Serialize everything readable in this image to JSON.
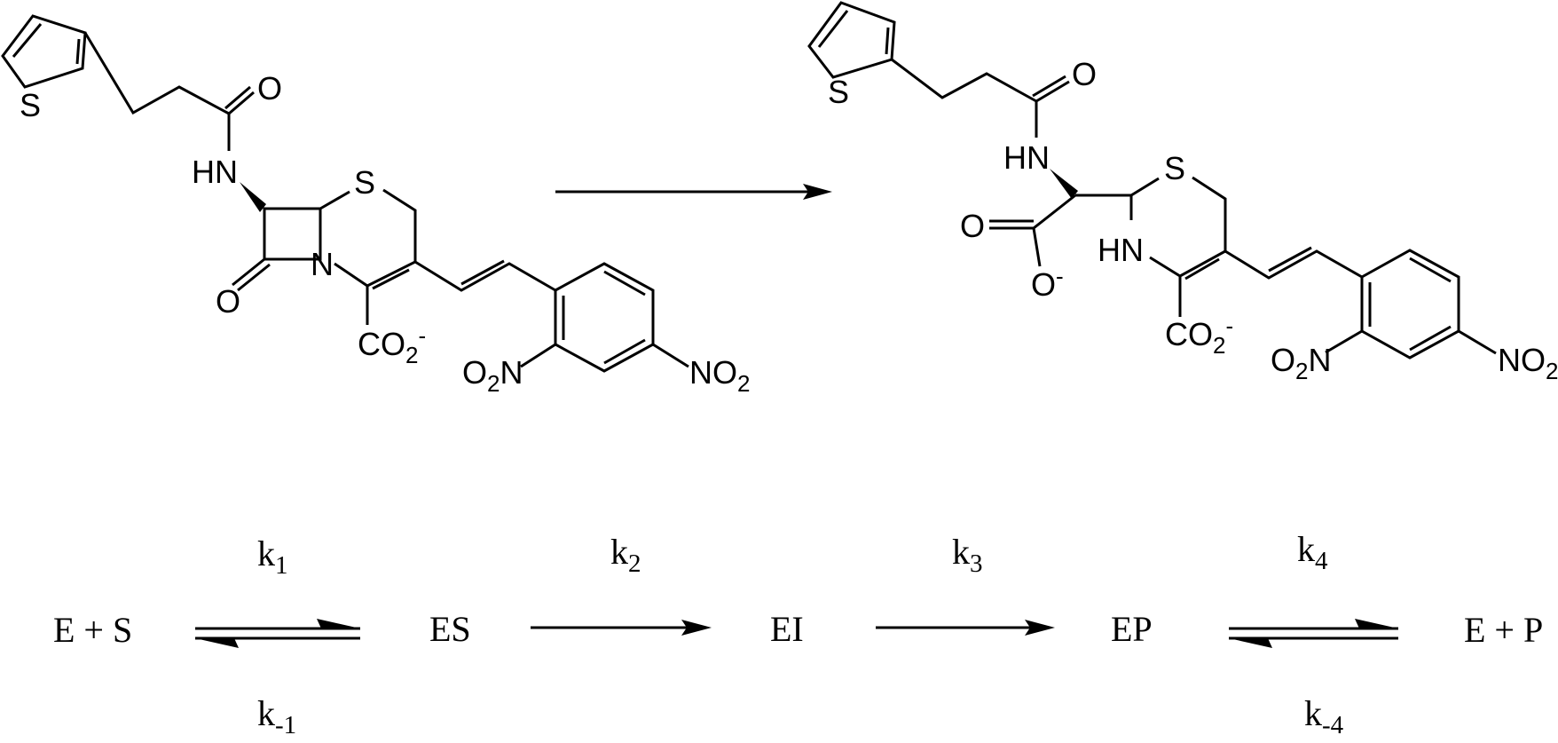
{
  "reactant": {
    "atoms": {
      "s_thiophene": "S",
      "o_amide": "O",
      "hn_amide": "HN",
      "s_ring": "S",
      "o_lactam": "O",
      "n_lactam": "N",
      "carboxylate": {
        "base": "CO",
        "sub": "2",
        "sup": "-"
      },
      "nitro_ortho": {
        "pre": "O",
        "sub": "2",
        "post": "N"
      },
      "nitro_para": {
        "base": "NO",
        "sub": "2"
      }
    }
  },
  "product": {
    "atoms": {
      "s_thiophene": "S",
      "o_amide": "O",
      "hn_amide": "HN",
      "s_ring": "S",
      "o_carbonyl": "O",
      "o_minus": {
        "base": "O",
        "sup": "-"
      },
      "hn_ring": "HN",
      "carboxylate": {
        "base": "CO",
        "sub": "2",
        "sup": "-"
      },
      "nitro_ortho": {
        "pre": "O",
        "sub": "2",
        "post": "N"
      },
      "nitro_para": {
        "base": "NO",
        "sub": "2"
      }
    }
  },
  "scheme": {
    "species": [
      "E + S",
      "ES",
      "EI",
      "EP",
      "E + P"
    ],
    "rate_constants": {
      "k1": {
        "base": "k",
        "sub": "1"
      },
      "km1": {
        "base": "k",
        "sub": "-1"
      },
      "k2": {
        "base": "k",
        "sub": "2"
      },
      "k3": {
        "base": "k",
        "sub": "3"
      },
      "k4": {
        "base": "k",
        "sub": "4"
      },
      "km4": {
        "base": "k",
        "sub": "-4"
      }
    }
  }
}
